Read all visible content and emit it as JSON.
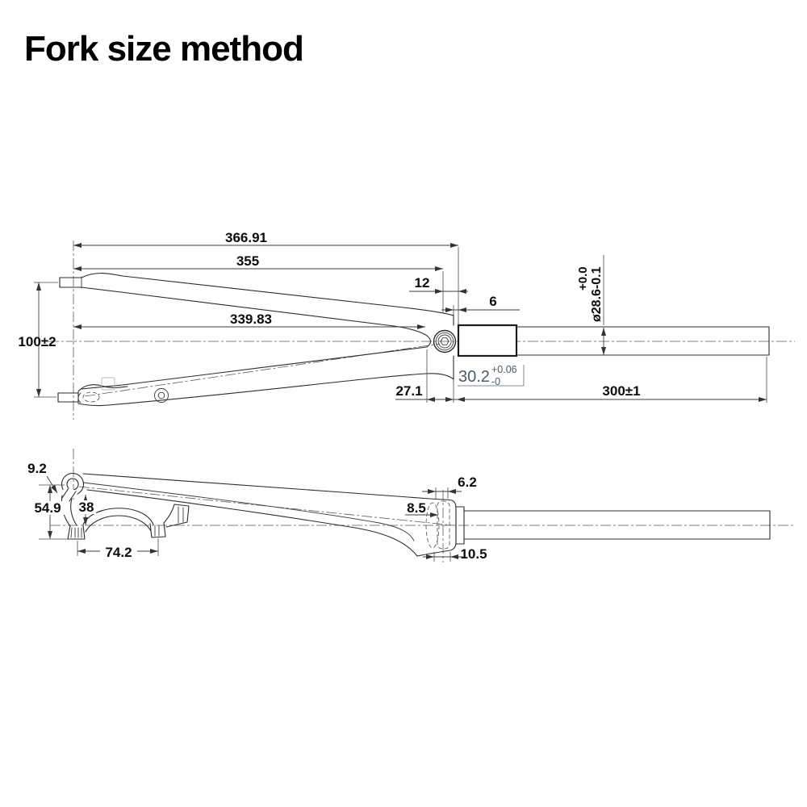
{
  "title": "Fork size method",
  "front_view": {
    "dim_overall_length": "366.91",
    "dim_axle_to_crown": "355",
    "dim_crown_step": "12",
    "dim_race_gap": "6",
    "dim_inner_length": "339.83",
    "dim_dropout_spacing": "100±2",
    "dim_crown_depth": "27.1",
    "dim_steerer_length": "300±1",
    "steerer_diameter": {
      "tolerance": "+0.0",
      "value": "ø28.6-0.1"
    },
    "crown_race_seat": {
      "value": "30.2",
      "tolerance_upper": "+0.06",
      "tolerance_lower": "-0"
    }
  },
  "side_view": {
    "dim_dropout_slot": "9.2",
    "dim_dropout_drop": "54.9",
    "dim_post_mount_height": "38",
    "dim_post_mount_spacing": "74.2",
    "dim_crown_top_width": "6.2",
    "dim_crown_front": "8.5",
    "dim_crown_bottom_width": "10.5"
  }
}
